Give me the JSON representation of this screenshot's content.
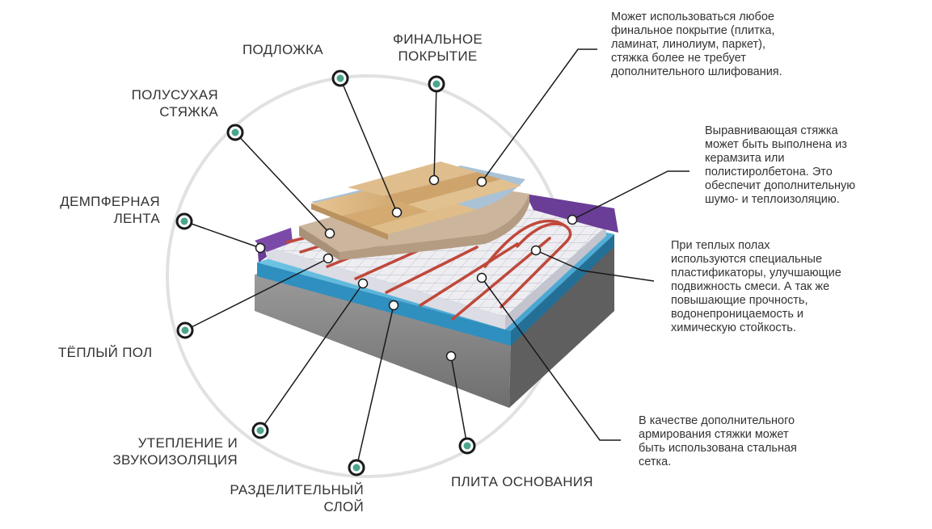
{
  "labels": {
    "podlozhka": "ПОДЛОЖКА",
    "finalnoe": "ФИНАЛЬНОЕ\nПОКРЫТИЕ",
    "polusukhaya": "ПОЛУСУХАЯ\nСТЯЖКА",
    "dempfernaya": "ДЕМПФЕРНАЯ\nЛЕНТА",
    "teplyi_pol": "ТЁПЛЫЙ ПОЛ",
    "uteplenie": "УТЕПЛЕНИЕ И\nЗВУКОИЗОЛЯЦИЯ",
    "razdelitelnyi": "РАЗДЕЛИТЕЛЬНЫЙ\nСЛОЙ",
    "plita": "ПЛИТА ОСНОВАНИЯ"
  },
  "notes": {
    "finish": "Может использоваться любое\nфинальное покрытие (плитка,\nламинат, линолиум, паркет),\nстяжка более не требует\nдополнительного шлифования.",
    "leveling": "Выравнивающая стяжка\nможет быть выполнена из\nкерамзита или\nполистиролбетона. Это\nобеспечит дополнительную\nшумо- и теплоизоляцию.",
    "plasticizers": "При теплых полах\nиспользуются специальные\nпластификаторы, улучшающие\nподвижность смеси. А так же\nповышающие прочность,\nводонепроницаемость и\nхимическую стойкость.",
    "reinforcement": "В качестве дополнительного\nармирования стяжки может\nбыть использована стальная\nсетка."
  },
  "colors": {
    "marker_fill": "#4aa68c",
    "concrete": "#8f8f8f",
    "blue_layer": "#5bb8d8",
    "purple_tape": "#6a3d96",
    "wood": "#d9b582",
    "screed": "#cbb59c",
    "pipe": "#c0483a"
  }
}
